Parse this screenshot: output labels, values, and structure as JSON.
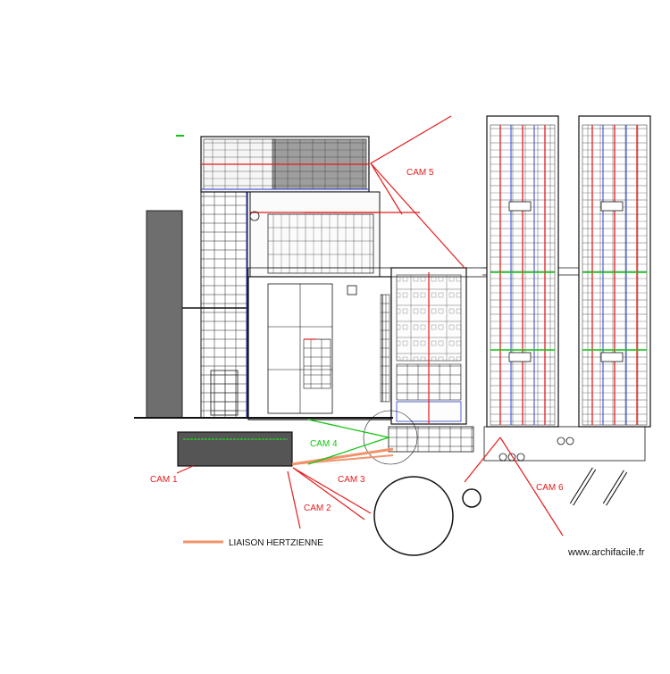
{
  "colors": {
    "camera_line": "#e31d1d",
    "cam4_line": "#11c411",
    "hertzian": "#f0936c",
    "outline": "#111111",
    "annex_fill": "#555555",
    "annex_text": "#22dd22",
    "blue": "#2a3fd0",
    "grey_block": "#6e6e6e"
  },
  "cameras": [
    {
      "id": "cam1",
      "label": "CAM 1",
      "color": "#e31d1d"
    },
    {
      "id": "cam2",
      "label": "CAM 2",
      "color": "#e31d1d"
    },
    {
      "id": "cam3",
      "label": "CAM 3",
      "color": "#e31d1d"
    },
    {
      "id": "cam4",
      "label": "CAM 4",
      "color": "#11c411"
    },
    {
      "id": "cam5",
      "label": "CAM 5",
      "color": "#e31d1d"
    },
    {
      "id": "cam6",
      "label": "CAM 6",
      "color": "#e31d1d"
    }
  ],
  "legend": {
    "label": "LIAISON HERTZIENNE"
  },
  "watermark": "www.archifacile.fr"
}
